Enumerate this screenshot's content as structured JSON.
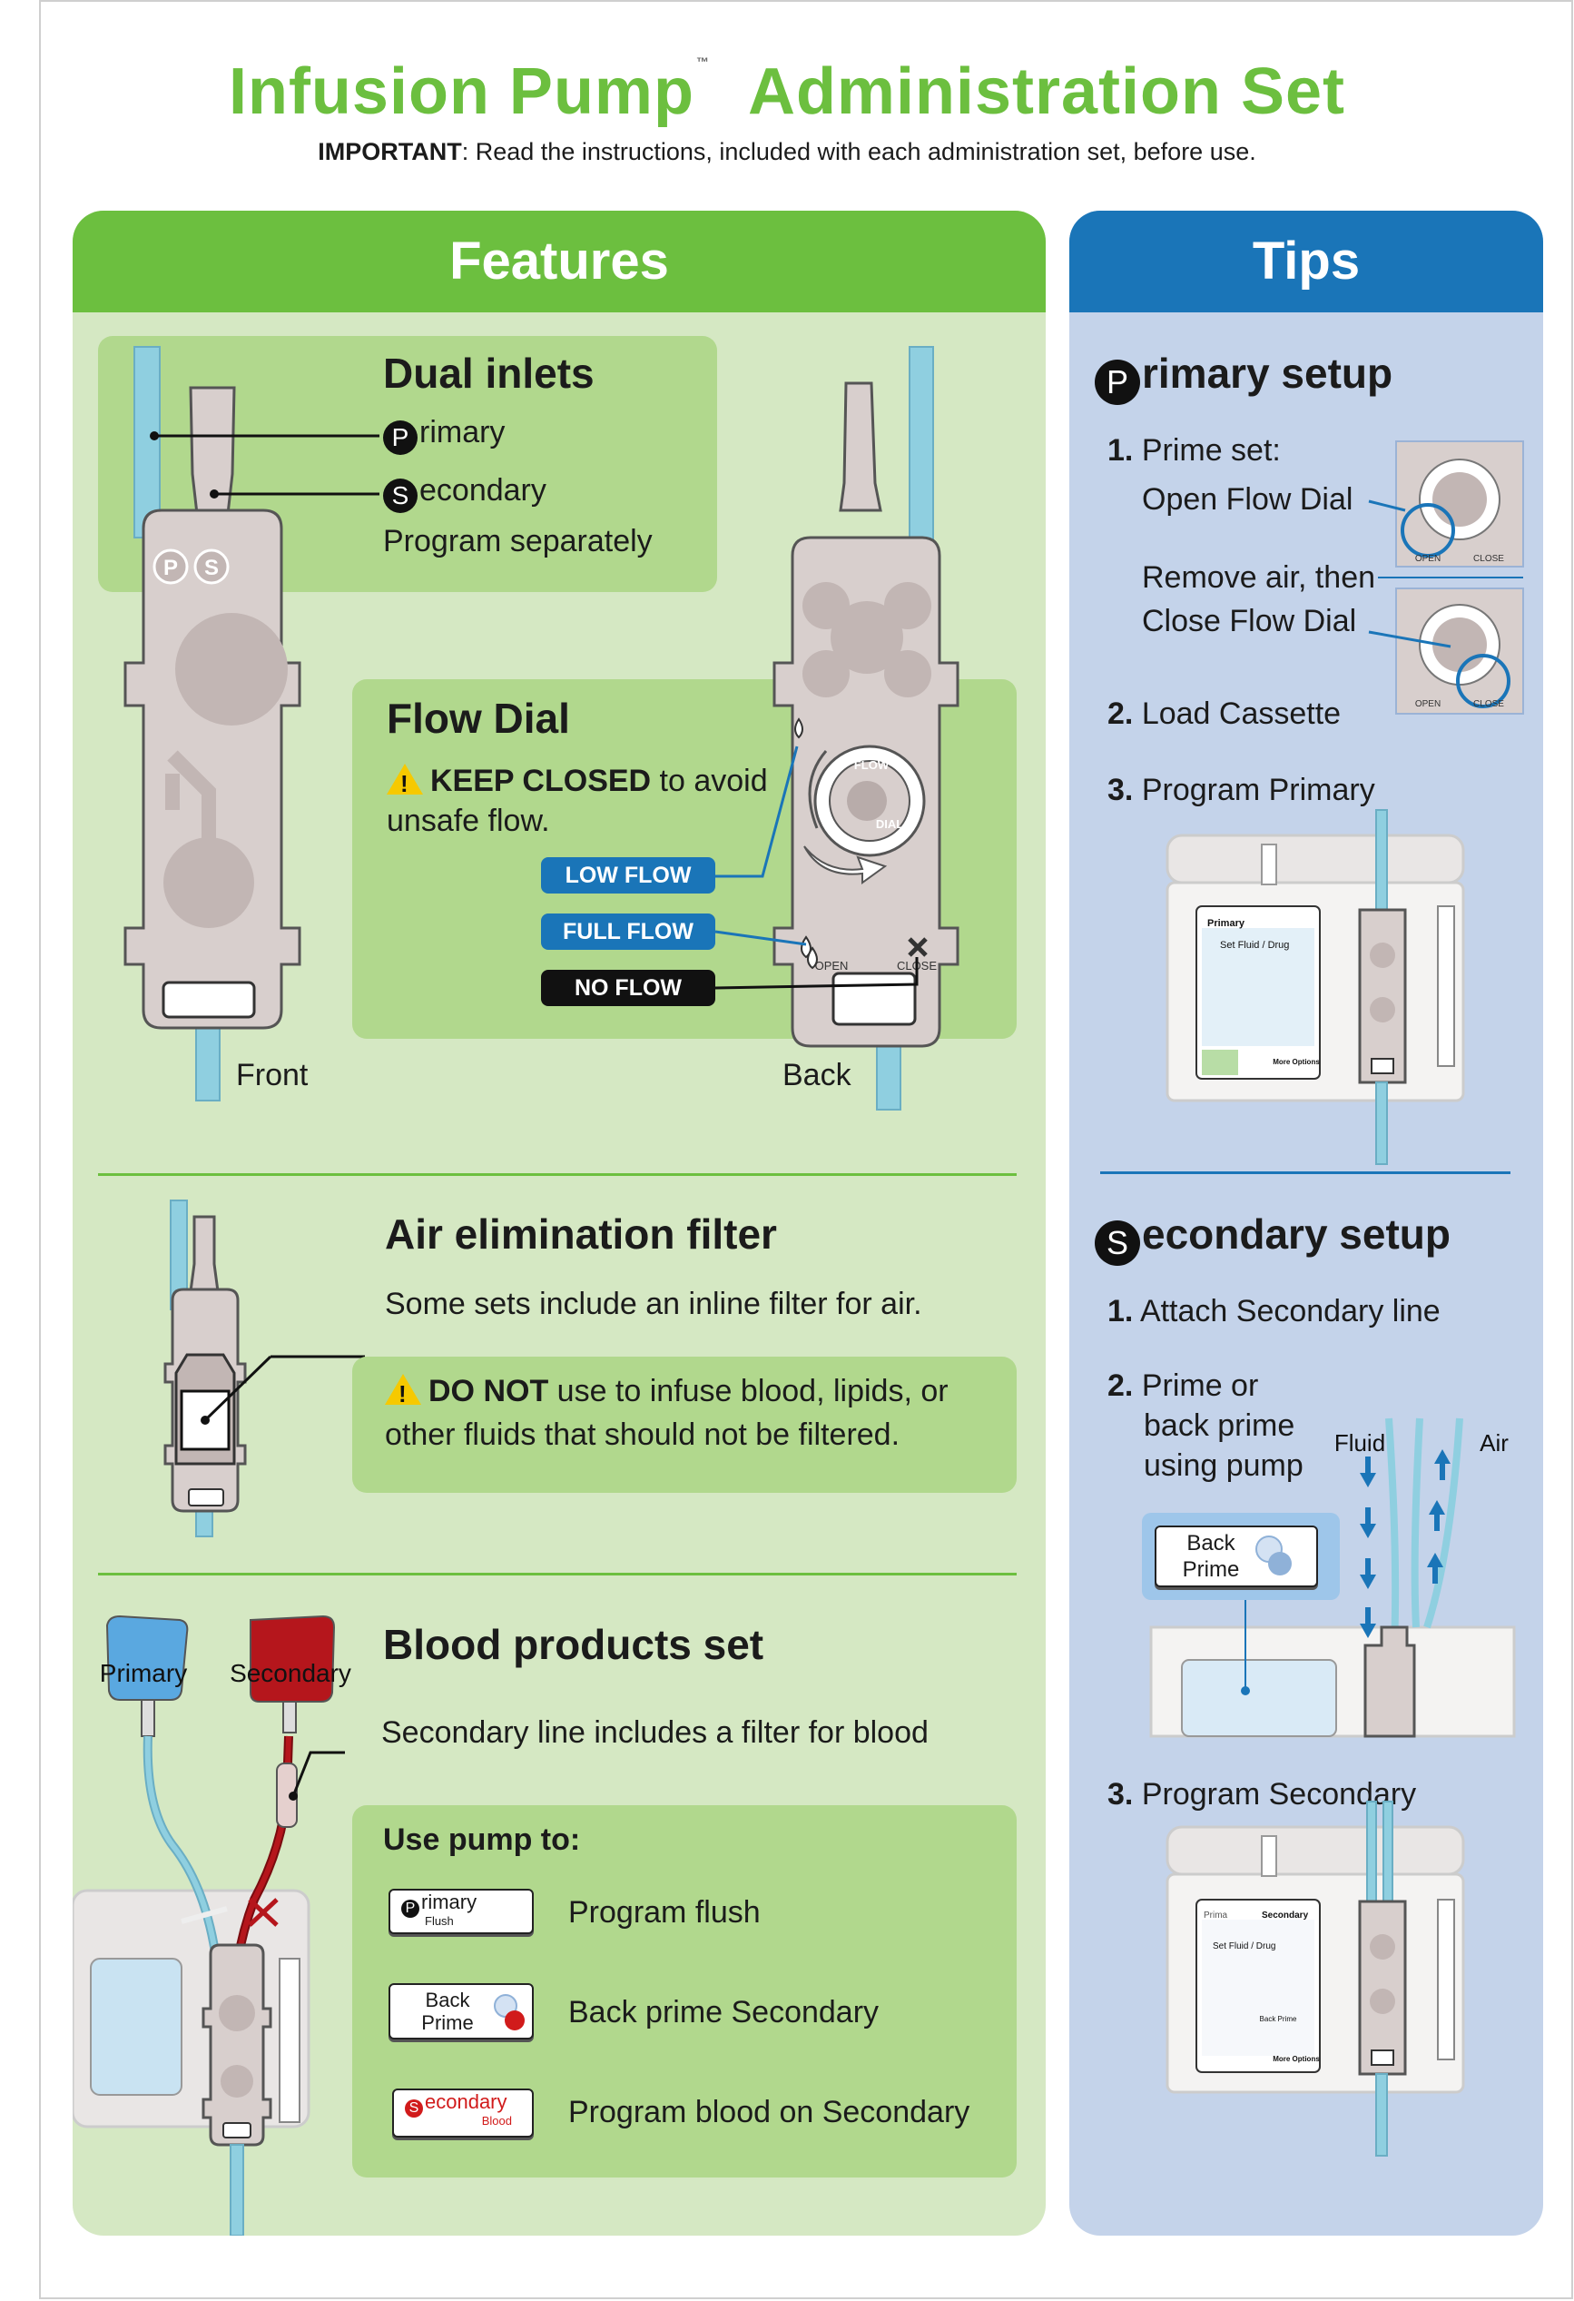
{
  "header": {
    "title_part1": "Infusion Pump",
    "trademark": "™",
    "title_part2": "Administration Set",
    "important_label": "IMPORTANT",
    "important_text": ":  Read the instructions, included with each administration set, before use."
  },
  "features": {
    "heading": "Features",
    "dual_inlets": {
      "title": "Dual inlets",
      "primary_letter": "P",
      "primary_rest": "rimary",
      "secondary_letter": "S",
      "secondary_rest": "econdary",
      "note": "Program separately",
      "front_label": "Front",
      "back_label": "Back",
      "cassette_p": "P",
      "cassette_s": "S"
    },
    "flow_dial": {
      "title": "Flow Dial",
      "warning_bold": "KEEP CLOSED",
      "warning_rest": " to avoid",
      "warning_line2": "unsafe flow.",
      "low_flow": "LOW FLOW",
      "full_flow": "FULL FLOW",
      "no_flow": "NO FLOW",
      "dial_text_top": "FLOW",
      "dial_text_bottom": "DIAL",
      "open_label": "OPEN",
      "close_label": "CLOSE"
    },
    "air_filter": {
      "title": "Air elimination filter",
      "description": "Some sets include an inline filter for air.",
      "warning_bold": "DO NOT",
      "warning_rest": " use to infuse blood, lipids, or",
      "warning_line2": "other fluids that should not be filtered."
    },
    "blood": {
      "title": "Blood products set",
      "bag_primary": "Primary",
      "bag_secondary": "Secondary",
      "description": "Secondary line includes a filter for blood",
      "use_pump_heading": "Use pump to:",
      "actions": [
        {
          "button_letter": "P",
          "button_main": "rimary",
          "button_sub": "Flush",
          "label": "Program flush"
        },
        {
          "button_main": "Back Prime",
          "label": "Back prime Secondary"
        },
        {
          "button_letter": "S",
          "button_main": "econdary",
          "button_sub": "Blood",
          "label": "Program blood on Secondary"
        }
      ]
    }
  },
  "tips": {
    "heading": "Tips",
    "primary_setup": {
      "letter": "P",
      "title_rest": "rimary setup",
      "step1_num": "1.",
      "step1_line1": "Prime set:",
      "step1_line2": "Open Flow Dial",
      "step1_line3": "Remove air, then",
      "step1_line4": "Close Flow Dial",
      "step2_num": "2.",
      "step2": "Load Cassette",
      "step3_num": "3.",
      "step3": "Program Primary",
      "screen_tab": "Primary",
      "screen_item": "Set Fluid / Drug",
      "screen_more": "More Options",
      "mini_open": "OPEN",
      "mini_close": "CLOSE"
    },
    "secondary_setup": {
      "letter": "S",
      "title_rest": "econdary setup",
      "step1_num": "1.",
      "step1": "Attach Secondary line",
      "step2_num": "2.",
      "step2_line1": "Prime or",
      "step2_line2": "back prime",
      "step2_line3": "using pump",
      "fluid_label": "Fluid",
      "air_label": "Air",
      "back_prime_button": "Back Prime",
      "step3_num": "3.",
      "step3": "Program Secondary",
      "screen_tab1": "Prima",
      "screen_tab2": "Secondary",
      "screen_item": "Set Fluid / Drug",
      "screen_back_prime": "Back Prime",
      "screen_more": "More Options"
    }
  },
  "colors": {
    "green_header": "#6cbf3f",
    "green_panel": "#d5e8c3",
    "green_box": "#b1d88d",
    "blue_header": "#1a75b8",
    "blue_panel": "#c4d3ea",
    "tube_blue": "#8fcfe0",
    "cassette_gray": "#d8cfcd",
    "blood_red": "#b5161c"
  }
}
